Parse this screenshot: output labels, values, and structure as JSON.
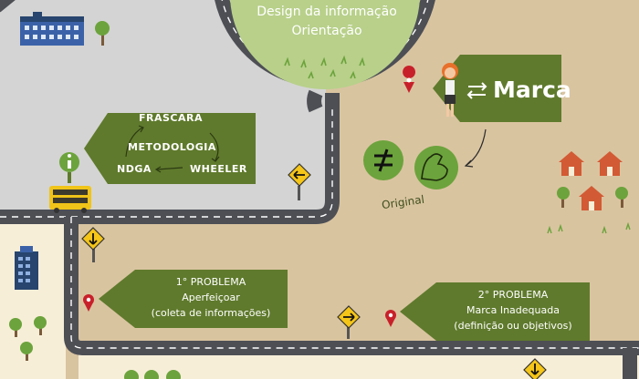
{
  "colors": {
    "sand": "#d9c4a0",
    "lot_gray": "#d4d4d4",
    "road": "#4d4f55",
    "road_line": "#ffffff",
    "sign_green": "#5f7a2c",
    "circle_green": "#b8d08a",
    "cream": "#f7eed8",
    "pin_red": "#c8202a",
    "warning_yellow": "#f5c518",
    "house": "#d25a34",
    "tree": "#6ca33c",
    "building_blue": "#3b62a8",
    "building_dark": "#27456e",
    "bus": "#f0c419"
  },
  "top_circle": {
    "line1": "Design da informação",
    "line2": "Orientação"
  },
  "methodology_sign": {
    "label_top": "FRASCARA",
    "label_center": "METODOLOGIA",
    "label_left": "NDGA",
    "label_right": "WHEELER"
  },
  "marca_sign": {
    "label": "Marca",
    "arrows_icon": "swap-arrows-icon"
  },
  "original_label": "Original",
  "problem1": {
    "title": "1° PROBLEMA",
    "line2": "Aperfeiçoar",
    "line3": "(coleta de informações)"
  },
  "problem2": {
    "title": "2° PROBLEMA",
    "line2": "Marca Inadequada",
    "line3": "(definição ou objetivos)"
  }
}
